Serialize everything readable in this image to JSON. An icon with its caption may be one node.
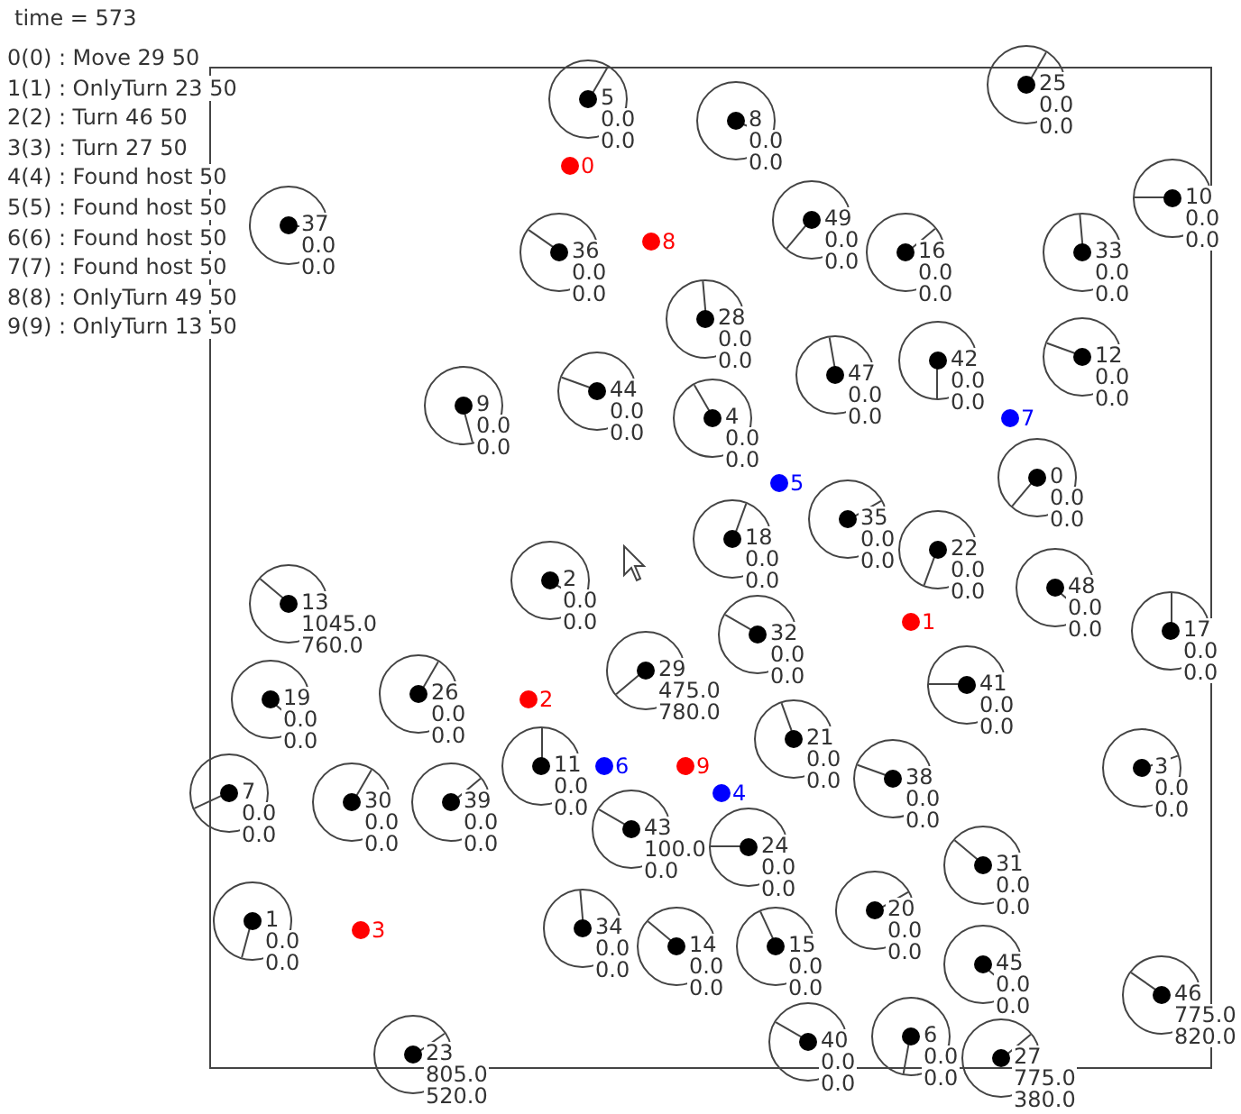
{
  "diagram": {
    "title": "time = 573",
    "nodes": [
      {
        "text": [
          "25",
          "0.0",
          "0.0"
        ]
      },
      {
        "text": [
          "5",
          "0.0",
          "0.0"
        ]
      },
      {
        "text": [
          "8",
          "0.0",
          "0.0"
        ]
      },
      {
        "text": [
          "0"
        ]
      },
      {
        "text": [
          "10",
          "0.0",
          "0.0"
        ]
      },
      {
        "text": [
          "37",
          "0.0",
          "0.0"
        ]
      },
      {
        "text": [
          "49",
          "0.0",
          "0.0"
        ]
      },
      {
        "text": [
          "8"
        ]
      },
      {
        "text": [
          "16",
          "0.0",
          "0.0"
        ]
      },
      {
        "text": [
          "36",
          "0.0",
          "0.0"
        ]
      },
      {
        "text": [
          "33",
          "0.0",
          "0.0"
        ]
      },
      {
        "text": [
          "28",
          "0.0",
          "0.0"
        ]
      },
      {
        "text": [
          "42",
          "0.0",
          "0.0"
        ]
      },
      {
        "text": [
          "12",
          "0.0",
          "0.0"
        ]
      },
      {
        "text": [
          "4",
          "0.0",
          "0.0"
        ]
      },
      {
        "text": [
          "47",
          "0.0",
          "0.0"
        ]
      },
      {
        "text": [
          "44",
          "0.0",
          "0.0"
        ]
      },
      {
        "text": [
          "9",
          "0.0",
          "0.0"
        ]
      },
      {
        "text": [
          "7"
        ]
      },
      {
        "text": [
          "0",
          "0.0",
          "0.0"
        ]
      },
      {
        "text": [
          "5"
        ]
      },
      {
        "text": [
          "35",
          "0.0",
          "0.0"
        ]
      },
      {
        "text": [
          "22",
          "0.0",
          "0.0"
        ]
      },
      {
        "text": [
          "18",
          "0.0",
          "0.0"
        ]
      },
      {
        "text": [
          "48",
          "0.0",
          "0.0"
        ]
      },
      {
        "text": [
          "2",
          "0.0",
          "0.0"
        ]
      },
      {
        "text": [
          "1"
        ]
      },
      {
        "text": [
          "17",
          "0.0",
          "0.0"
        ]
      },
      {
        "text": [
          "13",
          "1045.0",
          "760.0"
        ]
      },
      {
        "text": [
          "32",
          "0.0",
          "0.0"
        ]
      },
      {
        "text": [
          "19",
          "0.0",
          "0.0"
        ]
      },
      {
        "text": [
          "29",
          "475.0",
          "780.0"
        ]
      },
      {
        "text": [
          "41",
          "0.0",
          "0.0"
        ]
      },
      {
        "text": [
          "2"
        ]
      },
      {
        "text": [
          "26",
          "0.0",
          "0.0"
        ]
      },
      {
        "text": [
          "21",
          "0.0",
          "0.0"
        ]
      },
      {
        "text": [
          "11",
          "0.0",
          "0.0"
        ]
      },
      {
        "text": [
          "38",
          "0.0",
          "0.0"
        ]
      },
      {
        "text": [
          "7",
          "0.0",
          "0.0"
        ]
      },
      {
        "text": [
          "3",
          "0.0",
          "0.0"
        ]
      },
      {
        "text": [
          "39",
          "0.0",
          "0.0"
        ]
      },
      {
        "text": [
          "6"
        ]
      },
      {
        "text": [
          "30",
          "0.0",
          "0.0"
        ]
      },
      {
        "text": [
          "9"
        ]
      },
      {
        "text": [
          "43",
          "100.0",
          "0.0"
        ]
      },
      {
        "text": [
          "4"
        ]
      },
      {
        "text": [
          "24",
          "0.0",
          "0.0"
        ]
      },
      {
        "text": [
          "31",
          "0.0",
          "0.0"
        ]
      },
      {
        "text": [
          "1",
          "0.0",
          "0.0"
        ]
      },
      {
        "text": [
          "20",
          "0.0",
          "0.0"
        ]
      },
      {
        "text": [
          "34",
          "0.0",
          "0.0"
        ]
      },
      {
        "text": [
          "3"
        ]
      },
      {
        "text": [
          "45",
          "0.0",
          "0.0"
        ]
      },
      {
        "text": [
          "14",
          "0.0",
          "0.0"
        ]
      },
      {
        "text": [
          "15",
          "0.0",
          "0.0"
        ]
      },
      {
        "text": [
          "27",
          "775.0",
          "380.0"
        ]
      },
      {
        "text": [
          "46",
          "775.0",
          "820.0"
        ]
      },
      {
        "text": [
          "40",
          "0.0",
          "0.0"
        ]
      },
      {
        "text": [
          "6",
          "0.0",
          "0.0"
        ]
      },
      {
        "text": [
          "23",
          "805.0",
          "520.0"
        ]
      }
    ],
    "labels": [
      "0(0) : Move 29 50",
      "1(1) : OnlyTurn 23 50",
      "2(2) : Turn 46 50",
      "3(3) : Turn 27 50",
      "4(4) : Found host 50",
      "5(5) : Found host 50",
      "6(6) : Found host 50",
      "7(7) : Found host 50",
      "8(8) : OnlyTurn 49 50",
      "9(9) : OnlyTurn 13 50"
    ]
  }
}
